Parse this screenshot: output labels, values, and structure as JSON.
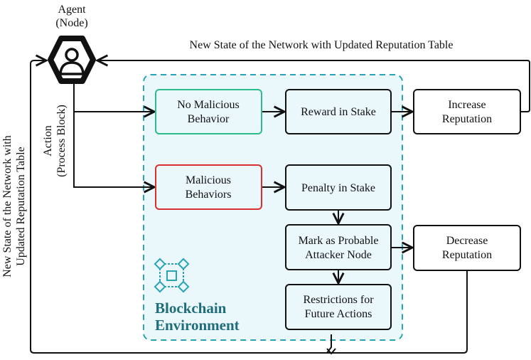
{
  "agent": {
    "title_line1": "Agent",
    "title_line2": "(Node)",
    "icon": "user-hexagon-icon"
  },
  "action_label": {
    "line1": "Action",
    "line2": "(Process Block)"
  },
  "top_feedback_label": "New State of the Network with Updated Reputation Table",
  "left_feedback_label": {
    "line1": "New State of the Network with",
    "line2": "Updated Reputation Table"
  },
  "environment": {
    "line1": "Blockchain",
    "line2": "Environment",
    "icon": "blockchain-network-icon",
    "accent_color": "#2aa3b5",
    "fill_color": "#eaf7fb",
    "text_color": "#1f6d7a"
  },
  "boxes": {
    "no_malicious": {
      "line1": "No Malicious",
      "line2": "Behavior",
      "border_color": "#2ebc8a"
    },
    "malicious": {
      "line1": "Malicious",
      "line2": "Behaviors",
      "border_color": "#d93030"
    },
    "reward": {
      "line1": "Reward in Stake"
    },
    "penalty": {
      "line1": "Penalty in Stake"
    },
    "mark": {
      "line1": "Mark as Probable",
      "line2": "Attacker Node"
    },
    "restrictions": {
      "line1": "Restrictions for",
      "line2": "Future Actions"
    },
    "increase": {
      "line1": "Increase",
      "line2": "Reputation"
    },
    "decrease": {
      "line1": "Decrease",
      "line2": "Reputation"
    }
  }
}
